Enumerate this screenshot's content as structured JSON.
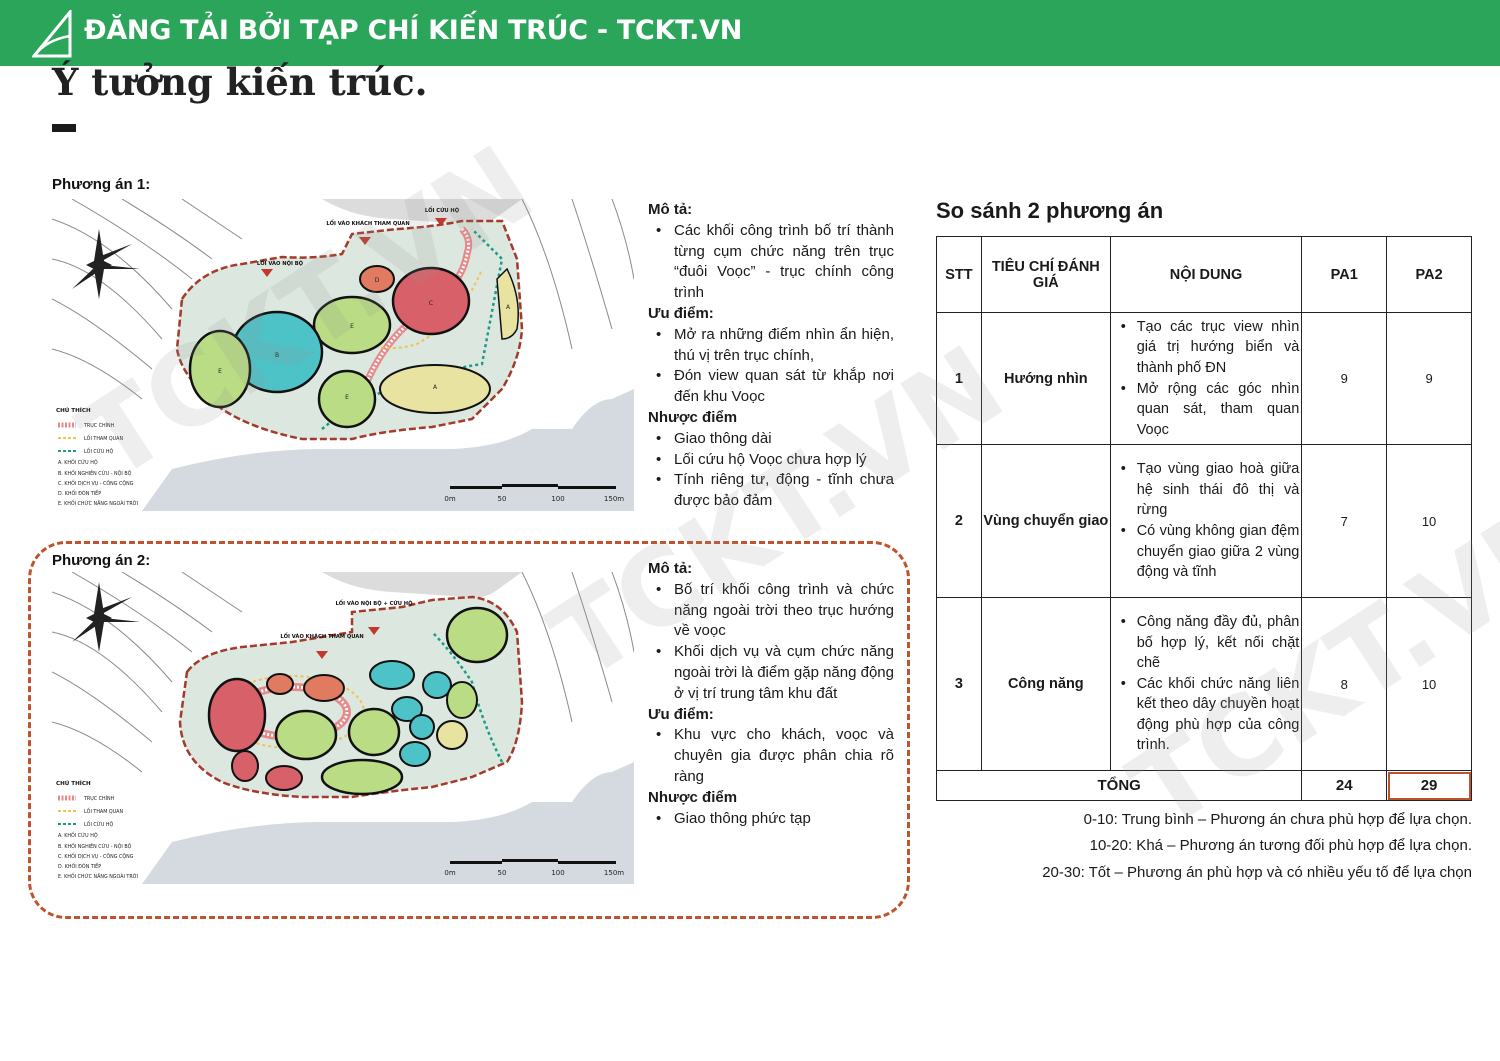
{
  "header": {
    "banner_text": "ĐĂNG TẢI BỞI TẠP CHÍ KIẾN TRÚC - TCKT.VN",
    "title": "Ý tưởng kiến trúc.",
    "brand_color": "#2aa55a",
    "accent_color": "#c0522d"
  },
  "plan1": {
    "label": "Phương án 1:",
    "map": {
      "entrance_internal": "LỐI VÀO NỘI BỘ",
      "entrance_visitor": "LỐI VÀO KHÁCH THAM QUAN",
      "entrance_rescue": "LỐI CỨU HỘ",
      "legend_title": "CHÚ THÍCH",
      "legend_items": [
        "TRỤC CHÍNH",
        "LỐI THAM QUAN",
        "LỐI CỨU HỘ",
        "A. KHỐI CỨU HỘ",
        "B. KHỐI NGHIÊN CỨU - NỘI BỘ",
        "C. KHỐI DỊCH VỤ - CÔNG CỘNG",
        "D. KHỐI ĐÓN TIẾP",
        "E. KHỐI CHỨC NĂNG NGOÀI TRỜI"
      ],
      "scale_labels": [
        "0m",
        "50",
        "100",
        "150m"
      ],
      "zone_labels": [
        "D",
        "C",
        "E",
        "B",
        "E",
        "E",
        "A",
        "A"
      ]
    },
    "desc_heading": "Mô tả:",
    "desc_items": [
      "Các khối công trình bố trí thành từng cụm chức năng trên trục “đuôi Voọc” - trục chính công trình"
    ],
    "pros_heading": "Ưu điểm:",
    "pros_items": [
      "Mở ra những điểm nhìn ẩn hiện, thú vị trên trục chính,",
      "Đón view quan sát từ khắp nơi đến khu Voọc"
    ],
    "cons_heading": "Nhược điểm",
    "cons_items": [
      "Giao thông dài",
      "Lối cứu hộ Voọc chưa hợp lý",
      "Tính riêng tư, động - tĩnh chưa được bảo đảm"
    ]
  },
  "plan2": {
    "label": "Phương án 2:",
    "map": {
      "entrance_internal": "LỐI VÀO NỘI BỘ + CỨU HỘ",
      "entrance_visitor": "LỐI VÀO KHÁCH THAM QUAN",
      "legend_title": "CHÚ THÍCH",
      "legend_items": [
        "TRỤC CHÍNH",
        "LỐI THAM QUAN",
        "LỐI CỨU HỘ",
        "A. KHỐI CỨU HỘ",
        "B. KHỐI NGHIÊN CỨU - NỘI BỘ",
        "C. KHỐI DỊCH VỤ - CÔNG CỘNG",
        "D. KHỐI ĐÓN TIẾP",
        "E. KHỐI CHỨC NĂNG NGOÀI TRỜI"
      ],
      "scale_labels": [
        "0m",
        "50",
        "100",
        "150m"
      ]
    },
    "desc_heading": "Mô tả:",
    "desc_items": [
      "Bố trí khối công trình và chức năng ngoài trời theo trục hướng về voọc",
      "Khối dịch vụ và cụm chức năng ngoài trời là điểm gặp năng động ở vị trí trung tâm khu đất"
    ],
    "pros_heading": "Ưu điểm:",
    "pros_items": [
      "Khu vực cho khách, voọc và chuyên gia được phân chia rõ ràng"
    ],
    "cons_heading": "Nhược điểm",
    "cons_items": [
      "Giao thông phức tạp"
    ]
  },
  "comparison": {
    "title": "So sánh 2 phương án",
    "headers": {
      "stt": "STT",
      "criteria": "TIÊU CHÍ ĐÁNH GIÁ",
      "content": "NỘI DUNG",
      "pa1": "PA1",
      "pa2": "PA2"
    },
    "rows": [
      {
        "stt": "1",
        "criteria": "Hướng nhìn",
        "content": [
          "Tạo các trục view nhìn giá trị hướng biển và thành phố ĐN",
          "Mở rộng các góc nhìn quan sát, tham quan Voọc"
        ],
        "pa1": "9",
        "pa2": "9"
      },
      {
        "stt": "2",
        "criteria": "Vùng chuyển giao",
        "content": [
          "Tạo vùng giao hoà giữa hệ sinh thái đô thị và rừng",
          "Có vùng không gian đệm chuyển giao giữa 2 vùng động và tĩnh"
        ],
        "pa1": "7",
        "pa2": "10"
      },
      {
        "stt": "3",
        "criteria": "Công năng",
        "content": [
          "Công năng đầy đủ, phân bố hợp lý, kết nối chặt chẽ",
          "Các khối chức năng liên kết theo dây chuyền hoạt động phù hợp của công trình."
        ],
        "pa1": "8",
        "pa2": "10"
      }
    ],
    "total_label": "TỔNG",
    "total_pa1": "24",
    "total_pa2": "29"
  },
  "scoring_notes": [
    "0-10: Trung bình – Phương án chưa phù hợp để lựa chọn.",
    "10-20: Khá – Phương án tương đối phù hợp để lựa chọn.",
    "20-30: Tốt – Phương án phù hợp và có nhiều yếu tố để lựa chọn"
  ],
  "watermark": "TCKT.VN"
}
